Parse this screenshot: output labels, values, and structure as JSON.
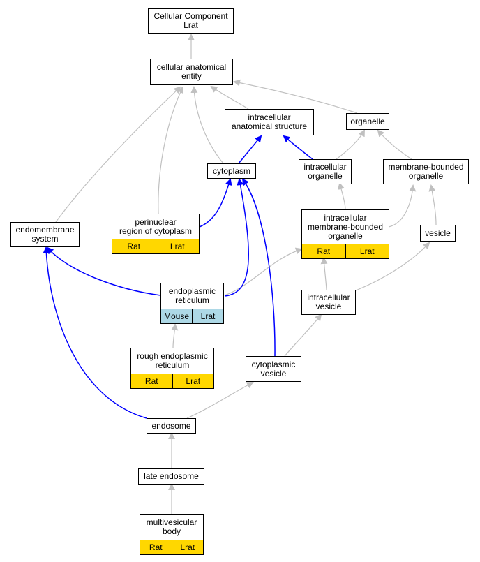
{
  "nodes": {
    "root": {
      "label": "Cellular Component\nLrat"
    },
    "cae": {
      "label": "cellular anatomical\nentity"
    },
    "ias": {
      "label": "intracellular\nanatomical structure"
    },
    "organelle": {
      "label": "organelle"
    },
    "cytoplasm": {
      "label": "cytoplasm"
    },
    "io": {
      "label": "intracellular\norganelle"
    },
    "mbo": {
      "label": "membrane-bounded\norganelle"
    },
    "prc": {
      "label": "perinuclear\nregion of cytoplasm",
      "tags": [
        "Rat",
        "Lrat"
      ]
    },
    "es": {
      "label": "endomembrane\nsystem"
    },
    "imbo": {
      "label": "intracellular\nmembrane-bounded\norganelle",
      "tags": [
        "Rat",
        "Lrat"
      ]
    },
    "vesicle": {
      "label": "vesicle"
    },
    "er": {
      "label": "endoplasmic\nreticulum",
      "tags": [
        "Mouse",
        "Lrat"
      ]
    },
    "iv": {
      "label": "intracellular\nvesicle"
    },
    "rer": {
      "label": "rough endoplasmic\nreticulum",
      "tags": [
        "Rat",
        "Lrat"
      ]
    },
    "cv": {
      "label": "cytoplasmic\nvesicle"
    },
    "endosome": {
      "label": "endosome"
    },
    "le": {
      "label": "late endosome"
    },
    "mvb": {
      "label": "multivesicular\nbody",
      "tags": [
        "Rat",
        "Lrat"
      ]
    }
  },
  "colors": {
    "is_a_edge": "#c0c0c0",
    "part_of_edge": "#0000ff",
    "rat_tag": "#ffd700",
    "mouse_tag": "#add8e6"
  }
}
